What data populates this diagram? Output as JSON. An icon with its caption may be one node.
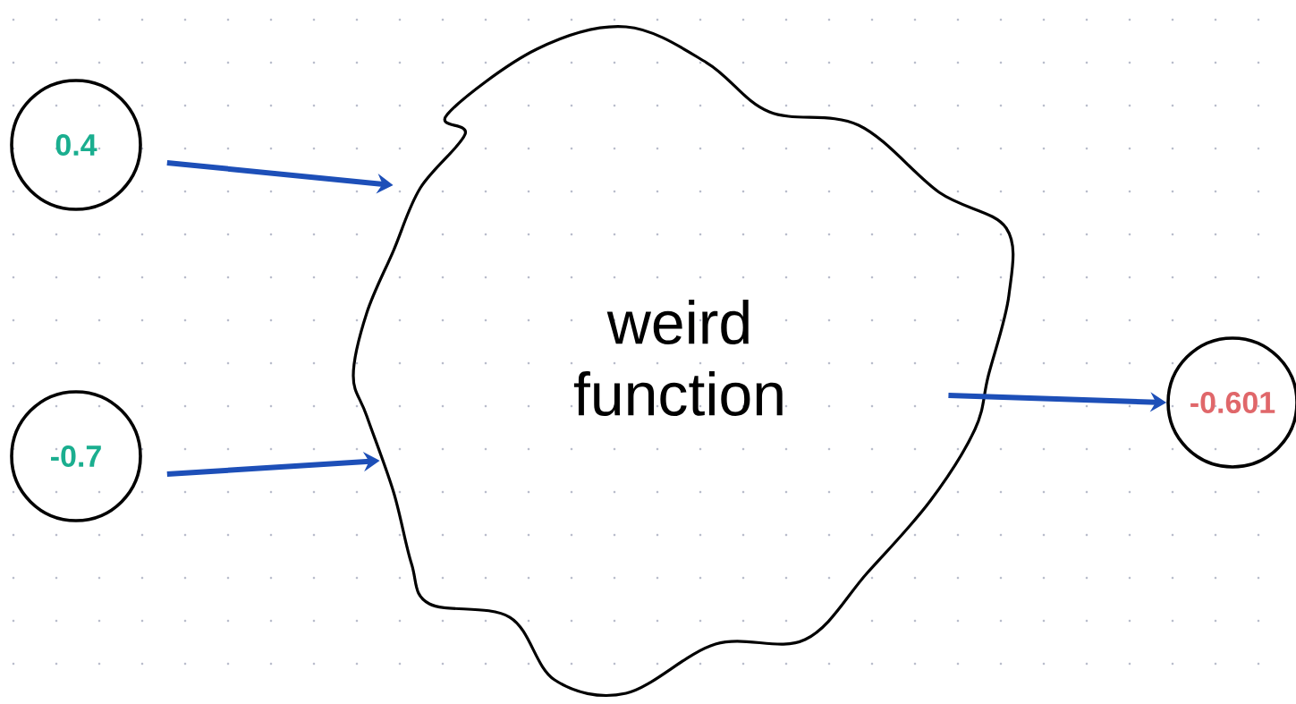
{
  "diagram": {
    "nodes": [
      {
        "text": [
          "0.4"
        ]
      },
      {
        "text": [
          "-0.7"
        ]
      },
      {
        "text": [
          "weird function"
        ]
      },
      {
        "text": [
          "-0.601"
        ]
      }
    ],
    "edges": [
      {
        "from": 0,
        "to": 2,
        "arrow": "to"
      },
      {
        "from": 1,
        "to": 2,
        "arrow": "to"
      },
      {
        "from": 2,
        "to": 3,
        "arrow": "to"
      }
    ]
  }
}
